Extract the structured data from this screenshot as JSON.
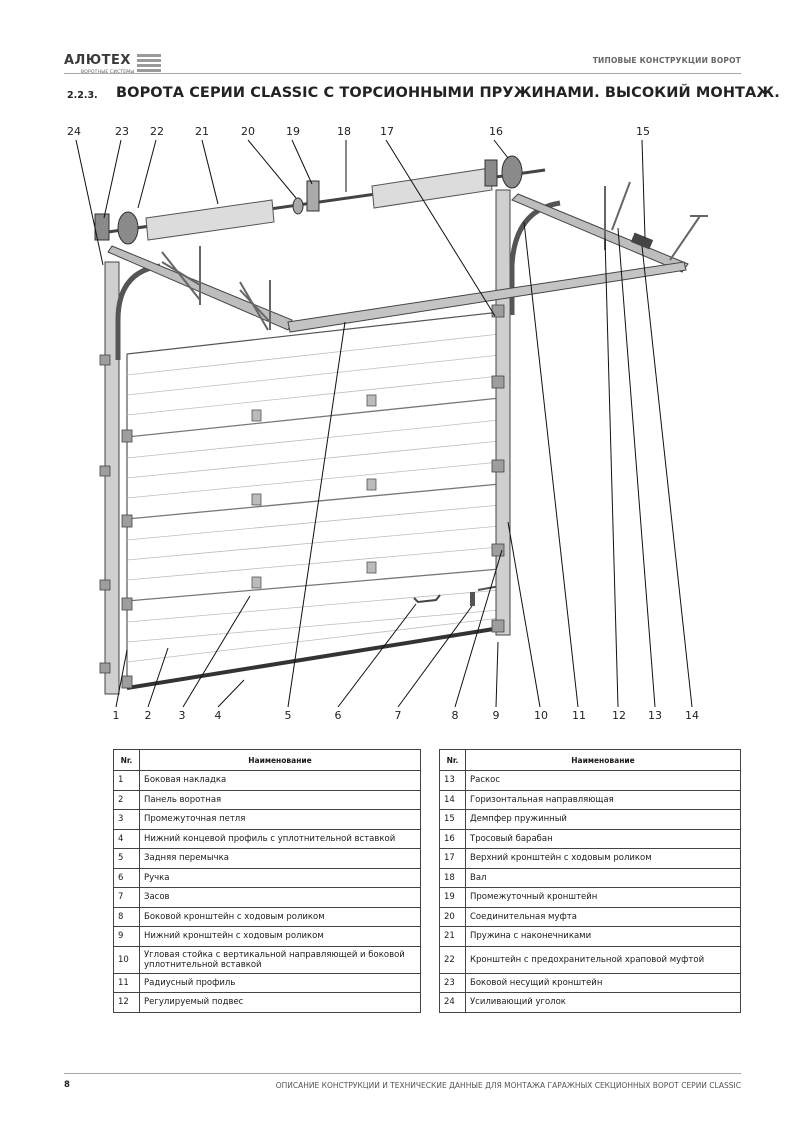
{
  "header": {
    "logo_text": "АЛЮТЕХ",
    "logo_subtitle": "ВОРОТНЫЕ СИСТЕМЫ",
    "section_label": "ТИПОВЫЕ КОНСТРУКЦИИ ВОРОТ"
  },
  "section": {
    "number": "2.2.3.",
    "title": "ВОРОТА СЕРИИ CLASSIC С ТОРСИОННЫМИ ПРУЖИНАМИ. ВЫСОКИЙ МОНТАЖ."
  },
  "diagram": {
    "top_callouts": [
      "24",
      "23",
      "22",
      "21",
      "20",
      "19",
      "18",
      "17",
      "16",
      "15"
    ],
    "bottom_callouts": [
      "1",
      "2",
      "3",
      "4",
      "5",
      "6",
      "7",
      "8",
      "9",
      "10",
      "11",
      "12",
      "13",
      "14"
    ]
  },
  "table_left": {
    "col_nr": "Nr.",
    "col_name": "Наименование",
    "rows": [
      {
        "nr": "1",
        "name": "Боковая накладка"
      },
      {
        "nr": "2",
        "name": "Панель воротная"
      },
      {
        "nr": "3",
        "name": "Промежуточная петля"
      },
      {
        "nr": "4",
        "name": "Нижний концевой профиль с уплотнительной вставкой"
      },
      {
        "nr": "5",
        "name": "Задняя перемычка"
      },
      {
        "nr": "6",
        "name": "Ручка"
      },
      {
        "nr": "7",
        "name": "Засов"
      },
      {
        "nr": "8",
        "name": "Боковой кронштейн с ходовым роликом"
      },
      {
        "nr": "9",
        "name": "Нижний кронштейн с ходовым роликом"
      },
      {
        "nr": "10",
        "name": "Угловая стойка с вертикальной направляющей и боковой уплотнительной вставкой"
      },
      {
        "nr": "11",
        "name": "Радиусный профиль"
      },
      {
        "nr": "12",
        "name": "Регулируемый подвес"
      }
    ]
  },
  "table_right": {
    "col_nr": "Nr.",
    "col_name": "Наименование",
    "rows": [
      {
        "nr": "13",
        "name": "Раскос"
      },
      {
        "nr": "14",
        "name": "Горизонтальная направляющая"
      },
      {
        "nr": "15",
        "name": "Демпфер пружинный"
      },
      {
        "nr": "16",
        "name": "Тросовый барабан"
      },
      {
        "nr": "17",
        "name": "Верхний кронштейн с ходовым роликом"
      },
      {
        "nr": "18",
        "name": "Вал"
      },
      {
        "nr": "19",
        "name": "Промежуточный кронштейн"
      },
      {
        "nr": "20",
        "name": "Соединительная муфта"
      },
      {
        "nr": "21",
        "name": "Пружина с наконечниками"
      },
      {
        "nr": "22",
        "name": "Кронштейн с предохранительной храповой муфтой"
      },
      {
        "nr": "23",
        "name": "Боковой несущий кронштейн"
      },
      {
        "nr": "24",
        "name": "Усиливающий уголок"
      }
    ]
  },
  "footer": {
    "page_number": "8",
    "text": "ОПИСАНИЕ КОНСТРУКЦИИ И ТЕХНИЧЕСКИЕ ДАННЫЕ ДЛЯ МОНТАЖА ГАРАЖНЫХ СЕКЦИОННЫХ ВОРОТ СЕРИИ CLASSIC"
  }
}
